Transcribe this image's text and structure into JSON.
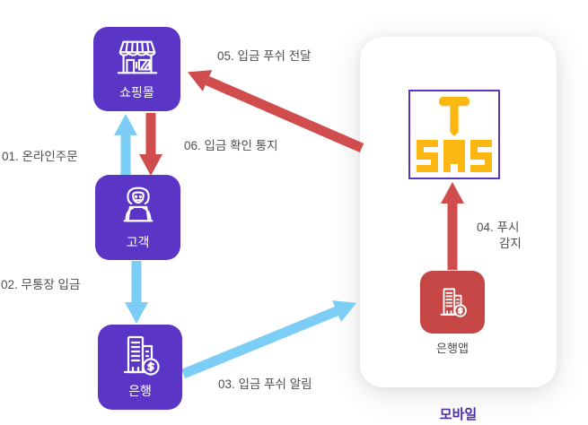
{
  "nodes": {
    "shop": "쇼핑몰",
    "customer": "고객",
    "bank": "은행",
    "bank_app": "은행앱"
  },
  "sms_logo": {
    "top": "T",
    "bottom": "SMS"
  },
  "steps": {
    "s1": "01. 온라인주문",
    "s2": "02. 무통장 입금",
    "s3": "03. 입금 푸쉬 알림",
    "s4_line1": "04. 푸시",
    "s4_line2": "감지",
    "s5": "05. 입금 푸쉬 전달",
    "s6": "06. 입금 확인 통지"
  },
  "mobile_caption": "모바일",
  "colors": {
    "node_purple": "#5b35c5",
    "node_red": "#c64545",
    "arrow_red": "#d14c4c",
    "arrow_blue": "#7dcef6",
    "sms_yellow": "#fcb713",
    "label_text": "#4e4e4e",
    "caption_purple": "#4b2da0"
  }
}
